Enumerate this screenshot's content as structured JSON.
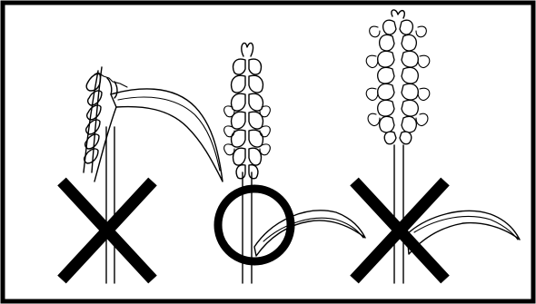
{
  "figure": {
    "stages": [
      {
        "id": "stage-left",
        "marker": "wrong",
        "marker_icon": "cross-icon"
      },
      {
        "id": "stage-middle",
        "marker": "correct",
        "marker_icon": "circle-icon"
      },
      {
        "id": "stage-right",
        "marker": "wrong",
        "marker_icon": "cross-icon"
      }
    ],
    "colors": {
      "line": "#000000",
      "background": "#ffffff"
    }
  }
}
